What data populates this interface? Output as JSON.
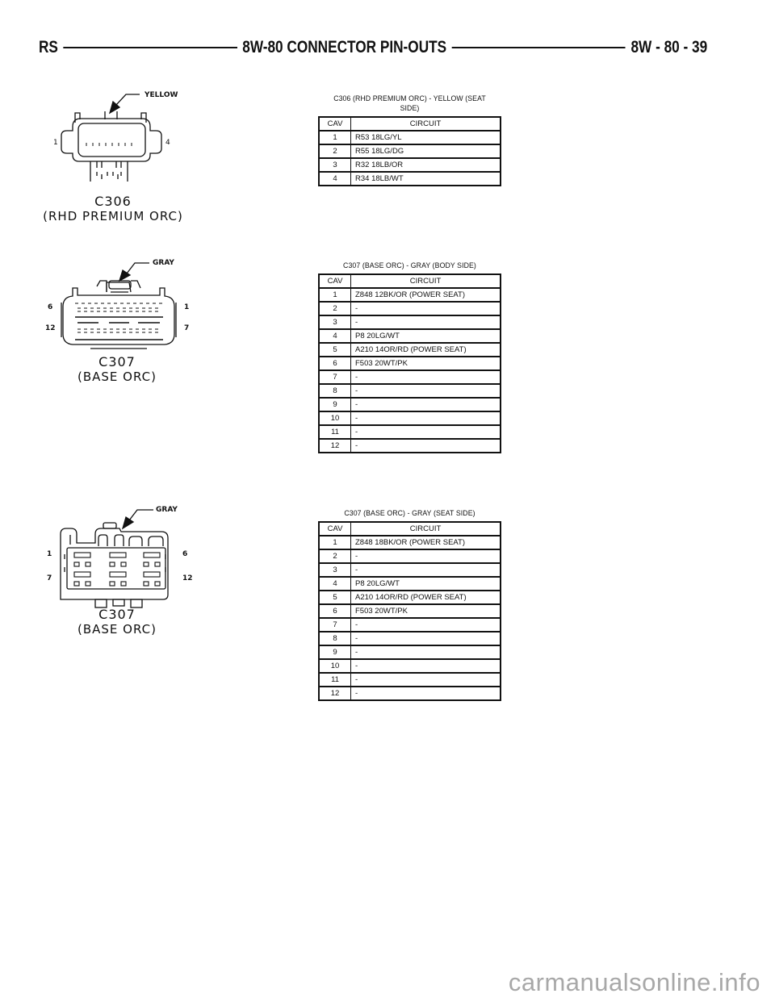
{
  "header": {
    "left": "RS",
    "title": "8W-80 CONNECTOR PIN-OUTS",
    "right": "8W - 80 - 39"
  },
  "diagrams": [
    {
      "id": "c306",
      "color_label": "YELLOW",
      "pin_left": "1",
      "pin_right": "4",
      "name": "C306",
      "subtitle": "(RHD PREMIUM ORC)"
    },
    {
      "id": "c307-body",
      "color_label": "GRAY",
      "pin_top_left": "6",
      "pin_bottom_left": "12",
      "pin_top_right": "1",
      "pin_bottom_right": "7",
      "name": "C307",
      "subtitle": "(BASE ORC)"
    },
    {
      "id": "c307-seat",
      "color_label": "GRAY",
      "pin_top_left": "1",
      "pin_bottom_left": "7",
      "pin_top_right": "6",
      "pin_bottom_right": "12",
      "name": "C307",
      "subtitle": "(BASE ORC)"
    }
  ],
  "tables": [
    {
      "title_line1": "C306 (RHD PREMIUM ORC) - YELLOW (SEAT",
      "title_line2": "SIDE)",
      "headers": {
        "cav": "CAV",
        "circuit": "CIRCUIT"
      },
      "rows": [
        {
          "cav": "1",
          "circuit": "R53 18LG/YL"
        },
        {
          "cav": "2",
          "circuit": "R55 18LG/DG"
        },
        {
          "cav": "3",
          "circuit": "R32 18LB/OR"
        },
        {
          "cav": "4",
          "circuit": "R34 18LB/WT"
        }
      ]
    },
    {
      "title_line1": "C307 (BASE ORC) - GRAY (BODY SIDE)",
      "headers": {
        "cav": "CAV",
        "circuit": "CIRCUIT"
      },
      "rows": [
        {
          "cav": "1",
          "circuit": "Z848 12BK/OR (POWER SEAT)"
        },
        {
          "cav": "2",
          "circuit": "-"
        },
        {
          "cav": "3",
          "circuit": "-"
        },
        {
          "cav": "4",
          "circuit": "P8 20LG/WT"
        },
        {
          "cav": "5",
          "circuit": "A210 14OR/RD (POWER SEAT)"
        },
        {
          "cav": "6",
          "circuit": "F503 20WT/PK"
        },
        {
          "cav": "7",
          "circuit": "-"
        },
        {
          "cav": "8",
          "circuit": "-"
        },
        {
          "cav": "9",
          "circuit": "-"
        },
        {
          "cav": "10",
          "circuit": "-"
        },
        {
          "cav": "11",
          "circuit": "-"
        },
        {
          "cav": "12",
          "circuit": "-"
        }
      ]
    },
    {
      "title_line1": "C307 (BASE ORC) - GRAY (SEAT SIDE)",
      "headers": {
        "cav": "CAV",
        "circuit": "CIRCUIT"
      },
      "rows": [
        {
          "cav": "1",
          "circuit": "Z848 18BK/OR (POWER SEAT)"
        },
        {
          "cav": "2",
          "circuit": "-"
        },
        {
          "cav": "3",
          "circuit": "-"
        },
        {
          "cav": "4",
          "circuit": "P8 20LG/WT"
        },
        {
          "cav": "5",
          "circuit": "A210 14OR/RD (POWER SEAT)"
        },
        {
          "cav": "6",
          "circuit": "F503 20WT/PK"
        },
        {
          "cav": "7",
          "circuit": "-"
        },
        {
          "cav": "8",
          "circuit": "-"
        },
        {
          "cav": "9",
          "circuit": "-"
        },
        {
          "cav": "10",
          "circuit": "-"
        },
        {
          "cav": "11",
          "circuit": "-"
        },
        {
          "cav": "12",
          "circuit": "-"
        }
      ]
    }
  ],
  "watermark": "carmanualsonline.info"
}
